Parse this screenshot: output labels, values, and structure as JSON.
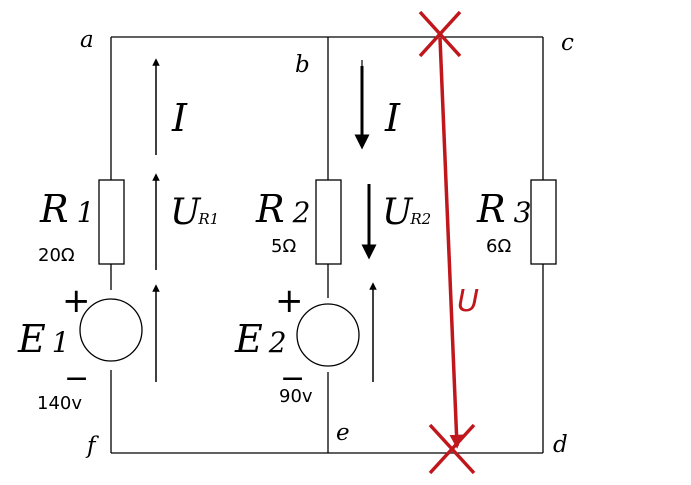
{
  "nodes": {
    "a": "a",
    "b": "b",
    "c": "c",
    "d": "d",
    "e": "e",
    "f": "f"
  },
  "branch1": {
    "resistor_name": "R",
    "resistor_sub": "1",
    "resistor_value": "20Ω",
    "source_name": "E",
    "source_sub": "1",
    "source_value": "140v",
    "plus": "+",
    "minus": "−",
    "current_label": "I",
    "voltage_label": "U",
    "voltage_sub": "R1"
  },
  "branch2": {
    "resistor_name": "R",
    "resistor_sub": "2",
    "resistor_value": "5Ω",
    "source_name": "E",
    "source_sub": "2",
    "source_value": "90v",
    "plus": "+",
    "minus": "−",
    "current_label": "I",
    "voltage_label": "U",
    "voltage_sub": "R2"
  },
  "branch3": {
    "resistor_name": "R",
    "resistor_sub": "3",
    "resistor_value": "6Ω"
  },
  "measured": {
    "label": "U",
    "color": "#c0171c"
  },
  "colors": {
    "wire": "#000000",
    "annotation": "#c0171c"
  }
}
